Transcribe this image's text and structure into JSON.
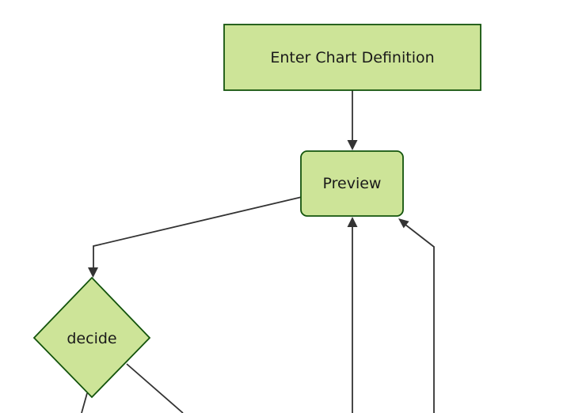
{
  "diagram": {
    "kind": "flowchart",
    "nodes": [
      {
        "id": "A",
        "label": "Enter Chart Definition",
        "shape": "rectangle"
      },
      {
        "id": "B",
        "label": "Preview",
        "shape": "rounded-rectangle"
      },
      {
        "id": "C",
        "label": "decide",
        "shape": "diamond"
      }
    ],
    "edges": [
      {
        "from": "Enter Chart Definition",
        "to": "Preview",
        "arrow": "down"
      },
      {
        "from": "Preview",
        "to": "decide",
        "arrow": "down"
      },
      {
        "from": "offscreen-bottom",
        "to": "Preview",
        "arrow": "up"
      },
      {
        "from": "offscreen-bottom-right",
        "to": "Preview",
        "arrow": "up-left"
      },
      {
        "from": "decide",
        "to": "offscreen-bottom",
        "arrow": "none-visible"
      },
      {
        "from": "decide",
        "to": "offscreen-bottom-right",
        "arrow": "none-visible"
      }
    ]
  },
  "theme": {
    "background": "#ffffff",
    "node_fill": "#cde498",
    "node_border": "#13540c",
    "edge_color": "#333333",
    "label_color": "#1a1a1a"
  }
}
